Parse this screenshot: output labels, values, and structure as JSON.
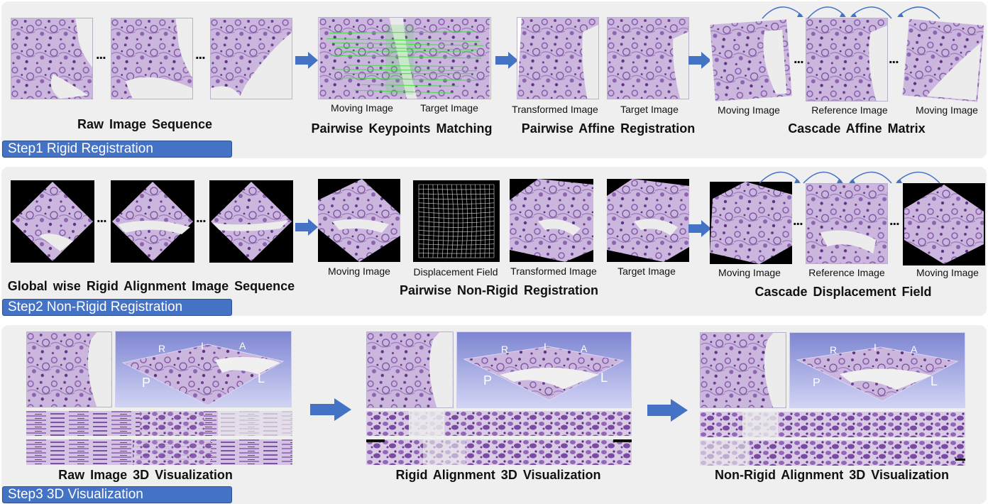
{
  "step1": {
    "label": "Step1 Rigid Registration",
    "raw_sequence_title": "Raw Image Sequence",
    "keypoint_title": "Pairwise Keypoints Matching",
    "affine_title": "Pairwise Affine Registration",
    "cascade_title": "Cascade Affine Matrix",
    "caption_moving": "Moving Image",
    "caption_target": "Target Image",
    "caption_transformed": "Transformed Image",
    "caption_target2": "Target Image",
    "caption_moving2": "Moving Image",
    "caption_reference": "Reference Image",
    "caption_moving3": "Moving Image",
    "ellipsis": "..."
  },
  "step2": {
    "label": "Step2 Non-Rigid Registration",
    "sequence_title": "Global wise Rigid Alignment Image Sequence",
    "nonrigid_title": "Pairwise Non-Rigid Registration",
    "cascade_title": "Cascade Displacement Field",
    "caption_moving": "Moving Image",
    "caption_displacement": "Displacement Field",
    "caption_transformed": "Transformed Image",
    "caption_target": "Target Image",
    "caption_moving2": "Moving Image",
    "caption_reference": "Reference Image",
    "caption_moving3": "Moving Image",
    "ellipsis": "..."
  },
  "step3": {
    "label": "Step3 3D Visualization",
    "raw_title": "Raw Image 3D Visualization",
    "rigid_title": "Rigid Alignment 3D Visualization",
    "nonrigid_title": "Non-Rigid Alignment 3D Visualization",
    "axis_r": "R",
    "axis_i": "I",
    "axis_a": "A",
    "axis_p": "P",
    "axis_l": "L"
  },
  "colors": {
    "arrow": "#4472c4",
    "step_fill": "#4472c4",
    "tissue_base": "#c9b5dd",
    "tissue_dark": "#7b4f9c",
    "match_lines": "#3fe03f"
  }
}
